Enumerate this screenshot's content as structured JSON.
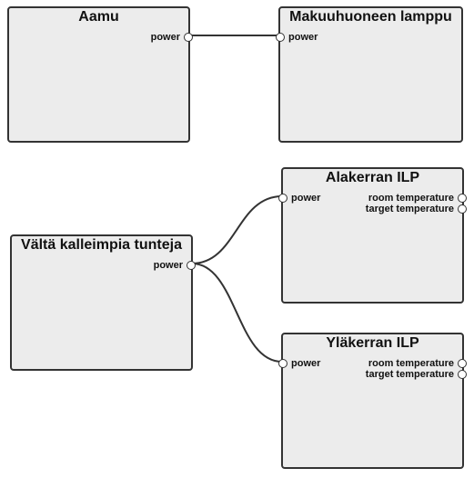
{
  "nodes": {
    "aamu": {
      "title": "Aamu",
      "output": "power"
    },
    "makuuhuone": {
      "title": "Makuuhuoneen lamppu",
      "input": "power"
    },
    "valta": {
      "title": "Vältä kalleimpia tunteja",
      "output": "power"
    },
    "alakerta": {
      "title": "Alakerran ILP",
      "input": "power",
      "outputs": [
        "room temperature",
        "target temperature"
      ]
    },
    "ylakerta": {
      "title": "Yläkerran ILP",
      "input": "power",
      "outputs": [
        "room temperature",
        "target temperature"
      ]
    }
  },
  "connections": [
    {
      "from": "aamu.power",
      "to": "makuuhuone.power"
    },
    {
      "from": "valta.power",
      "to": "alakerta.power"
    },
    {
      "from": "valta.power",
      "to": "ylakerta.power"
    }
  ],
  "colors": {
    "node_fill": "#ececec",
    "node_border": "#333333",
    "wire": "#333333"
  }
}
